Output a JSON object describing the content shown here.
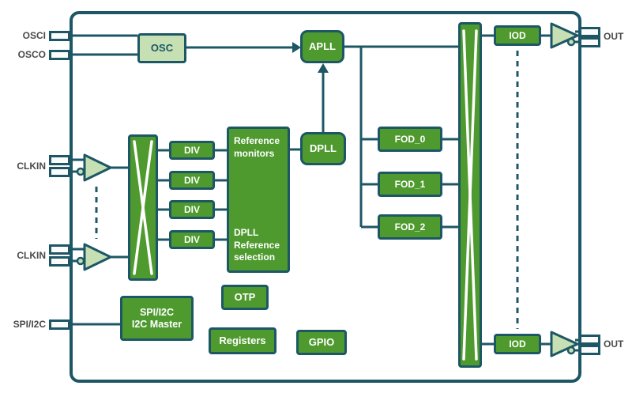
{
  "palette": {
    "block_green": "#4e9a2e",
    "light_green": "#c6e0b4",
    "line_teal": "#1d5766",
    "pin_label_gray": "#4a4a4a",
    "background": "#ffffff"
  },
  "pins": {
    "osci": "OSCI",
    "osco": "OSCO",
    "clkin_top": "CLKIN",
    "clkin_bottom": "CLKIN",
    "spi": "SPI/I2C",
    "out_top": "OUT",
    "out_bottom": "OUT"
  },
  "blocks": {
    "osc": "OSC",
    "apll": "APLL",
    "dpll": "DPLL",
    "div_1": "DIV",
    "div_2": "DIV",
    "div_3": "DIV",
    "div_4": "DIV",
    "ref_monitors": "Reference\nmonitors",
    "dpll_ref_selection": "DPLL\nReference\nselection",
    "fod_0": "FOD_0",
    "fod_1": "FOD_1",
    "fod_2": "FOD_2",
    "iod_top": "IOD",
    "iod_bottom": "IOD",
    "spi_master": "SPI/I2C\nI2C Master",
    "otp": "OTP",
    "registers": "Registers",
    "gpio": "GPIO"
  }
}
